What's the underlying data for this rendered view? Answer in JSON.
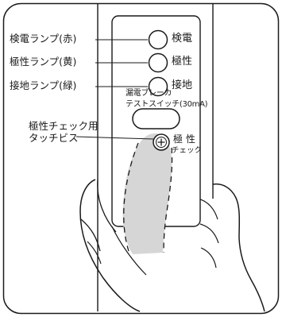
{
  "callouts": {
    "detect_lamp": "検電ランプ(赤)",
    "polarity_lamp": "極性ランプ(黄)",
    "ground_lamp": "接地ランプ(緑)",
    "polarity_check_screw": "極性チェック用\nタッチビス"
  },
  "device": {
    "detect_label": "検電",
    "polarity_label": "極性",
    "ground_label": "接地",
    "breaker_test_switch": "漏電ブレーカ\nテストスイッチ(30mA)",
    "check_label_polarity": "極 性",
    "check_label_check": "チェック"
  },
  "colors": {
    "line": "#1a1a1a",
    "touch_area": "#d6d6d6",
    "background": "#ffffff"
  }
}
